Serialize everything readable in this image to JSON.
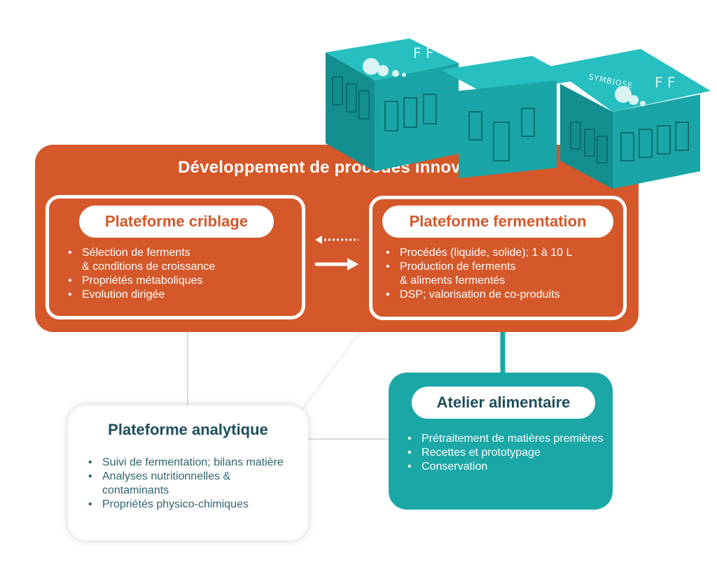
{
  "colors": {
    "orange": "#D4582A",
    "teal": "#1CA7A7",
    "teal_dark": "#1F4E5C",
    "white": "#FFFFFF"
  },
  "development": {
    "title": "Développement de procédés innovants"
  },
  "criblage": {
    "title": "Plateforme criblage",
    "items": [
      "Sélection de ferments\n& conditions de croissance",
      "Propriétés métaboliques",
      "Evolution dirigée"
    ]
  },
  "fermentation": {
    "title": "Plateforme fermentation",
    "items": [
      "Procédés (liquide, solide); 1 à 10 L",
      "Production de ferments\n& aliments fermentés",
      "DSP; valorisation de co-produits"
    ]
  },
  "analytique": {
    "title": "Plateforme analytique",
    "items": [
      "Suivi de fermentation; bilans matière",
      "Analyses nutritionnelles & contaminants",
      "Propriétés physico-chimiques"
    ]
  },
  "atelier": {
    "title": "Atelier alimentaire",
    "items": [
      "Prétraitement de matières premières",
      "Recettes et prototypage",
      "Conservation"
    ]
  },
  "building": {
    "logo_text": "SYMBIOSE"
  }
}
